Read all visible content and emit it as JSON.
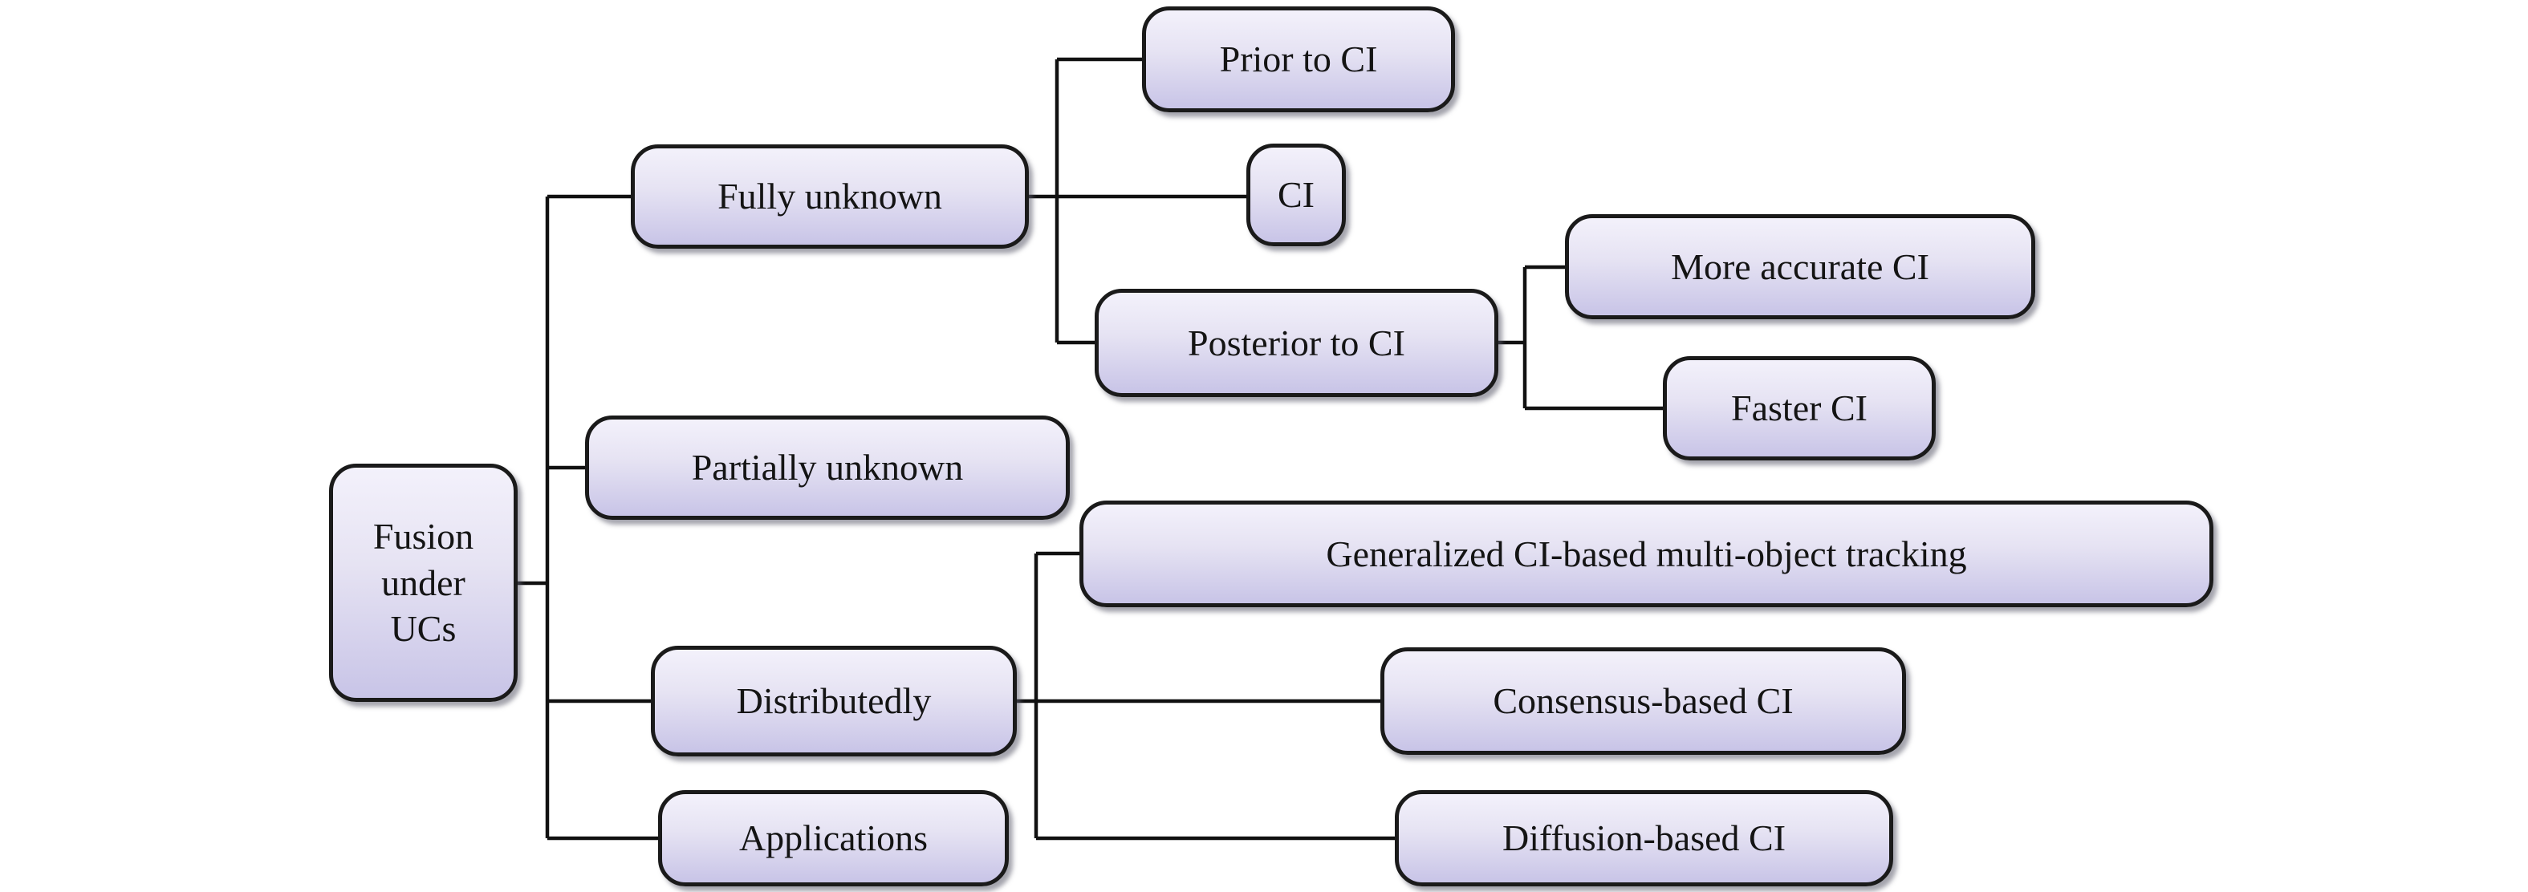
{
  "figure": {
    "type": "taxonomy-tree-diagram",
    "background": "#ffffff",
    "line_color": "#111111",
    "border_color": "#1a1a1a",
    "text_color": "#141414",
    "node_fill_top": "#f3f1fb",
    "node_fill_mid": "#e6e3f3",
    "node_fill_bottom": "#c8c4e7"
  },
  "nodes": {
    "root": {
      "label": "Fusion\nunder\nUCs"
    },
    "fully_unknown": {
      "label": "Fully unknown"
    },
    "partially_unknown": {
      "label": "Partially unknown"
    },
    "distributedly": {
      "label": "Distributedly"
    },
    "applications": {
      "label": "Applications"
    },
    "prior_to_ci": {
      "label": "Prior to CI"
    },
    "ci": {
      "label": "CI"
    },
    "posterior_to_ci": {
      "label": "Posterior to CI"
    },
    "more_accurate_ci": {
      "label": "More accurate CI"
    },
    "faster_ci": {
      "label": "Faster CI"
    },
    "generalized_ci_tracking": {
      "label": "Generalized CI-based multi-object tracking"
    },
    "consensus_based_ci": {
      "label": "Consensus-based CI"
    },
    "diffusion_based_ci": {
      "label": "Diffusion-based CI"
    }
  },
  "edges": [
    {
      "from": "Fusion under UCs",
      "to": "Fully unknown"
    },
    {
      "from": "Fusion under UCs",
      "to": "Partially unknown"
    },
    {
      "from": "Fusion under UCs",
      "to": "Distributedly"
    },
    {
      "from": "Fusion under UCs",
      "to": "Applications"
    },
    {
      "from": "Fully unknown",
      "to": "Prior to CI"
    },
    {
      "from": "Fully unknown",
      "to": "CI"
    },
    {
      "from": "Fully unknown",
      "to": "Posterior to CI"
    },
    {
      "from": "Posterior to CI",
      "to": "More accurate CI"
    },
    {
      "from": "Posterior to CI",
      "to": "Faster CI"
    },
    {
      "from": "Distributedly",
      "to": "Generalized CI-based multi-object tracking"
    },
    {
      "from": "Distributedly",
      "to": "Consensus-based CI"
    },
    {
      "from": "Distributedly",
      "to": "Diffusion-based CI"
    }
  ]
}
